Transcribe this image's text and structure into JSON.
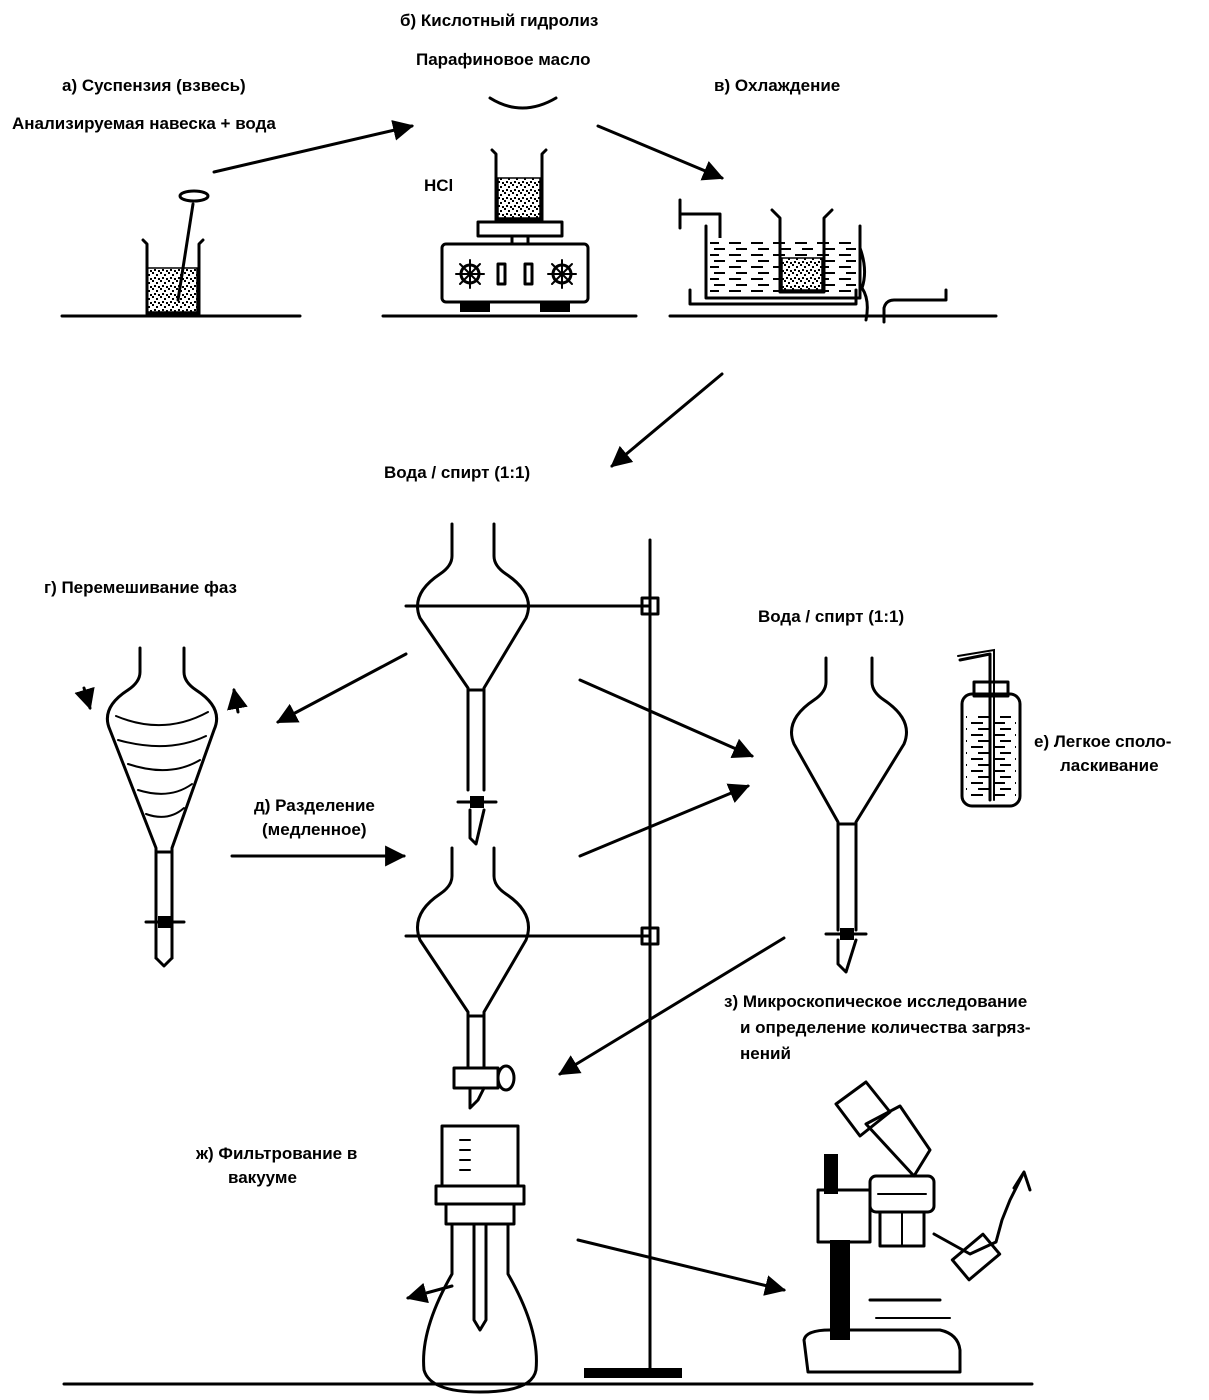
{
  "labels": {
    "a_title": "а) Суспензия (взвесь)",
    "a_sub": "Анализируемая навеска + вода",
    "b_title": "б) Кислотный гидролиз",
    "b_sub": "Парафиновое масло",
    "b_reagent": "HCl",
    "v_title": "в) Охлаждение",
    "solvent_top": "Вода / спирт (1:1)",
    "g_title": "г) Перемешивание фаз",
    "d_line1": "д) Разделение",
    "d_line2": "(медленное)",
    "solvent_right": "Вода / спирт (1:1)",
    "e_line1": "е) Легкое споло-",
    "e_line2": "ласкивание",
    "z_line1": "з) Микроскопическое исследование",
    "z_line2": "и определение количества загряз-",
    "z_line3": "нений",
    "zh_line1": "ж) Фильтрование в",
    "zh_line2": "вакууме"
  },
  "icons": {
    "beaker": "beaker-with-stirrer-icon",
    "hotplate": "hotplate-with-beaker-icon",
    "cooling_bath": "cooling-bath-icon",
    "separatory_funnel": "separatory-funnel-icon",
    "wash_bottle": "wash-bottle-icon",
    "vacuum_flask": "vacuum-filtration-flask-icon",
    "microscope": "microscope-icon",
    "stand": "lab-stand-icon"
  }
}
